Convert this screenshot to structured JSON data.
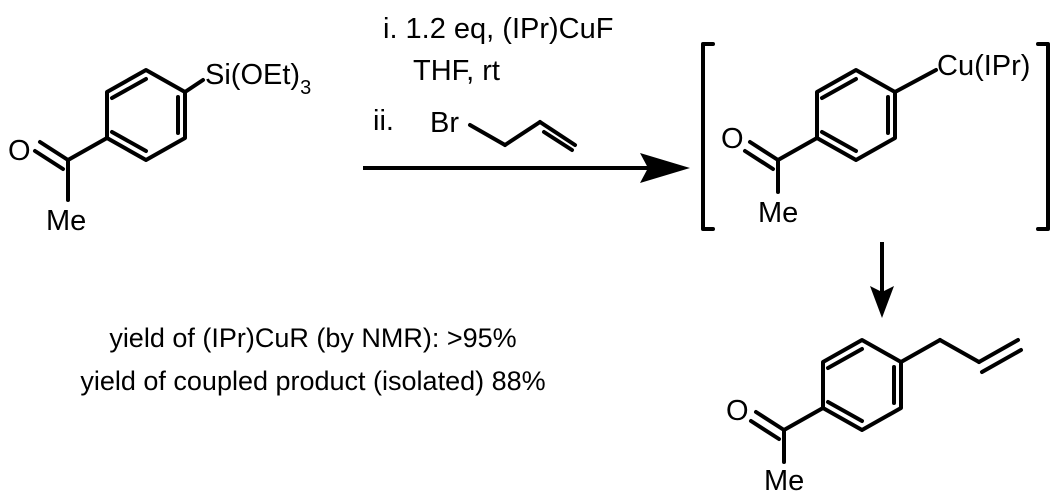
{
  "reactant": {
    "silyl_label": "Si(OEt)",
    "silyl_subscript": "3",
    "carbonyl_o": "O",
    "methyl": "Me"
  },
  "conditions": {
    "step1": "i. 1.2 eq, (IPr)CuF",
    "step1_solvent": "THF, rt",
    "step2_prefix": "ii.",
    "reagent_br": "Br"
  },
  "intermediate": {
    "cu_label": "Cu(IPr)",
    "carbonyl_o": "O",
    "methyl": "Me"
  },
  "product": {
    "carbonyl_o": "O",
    "methyl": "Me"
  },
  "notes": {
    "yield_nmr": "yield of (IPr)CuR (by NMR): >95%",
    "yield_isolated": "yield of coupled product (isolated) 88%"
  }
}
